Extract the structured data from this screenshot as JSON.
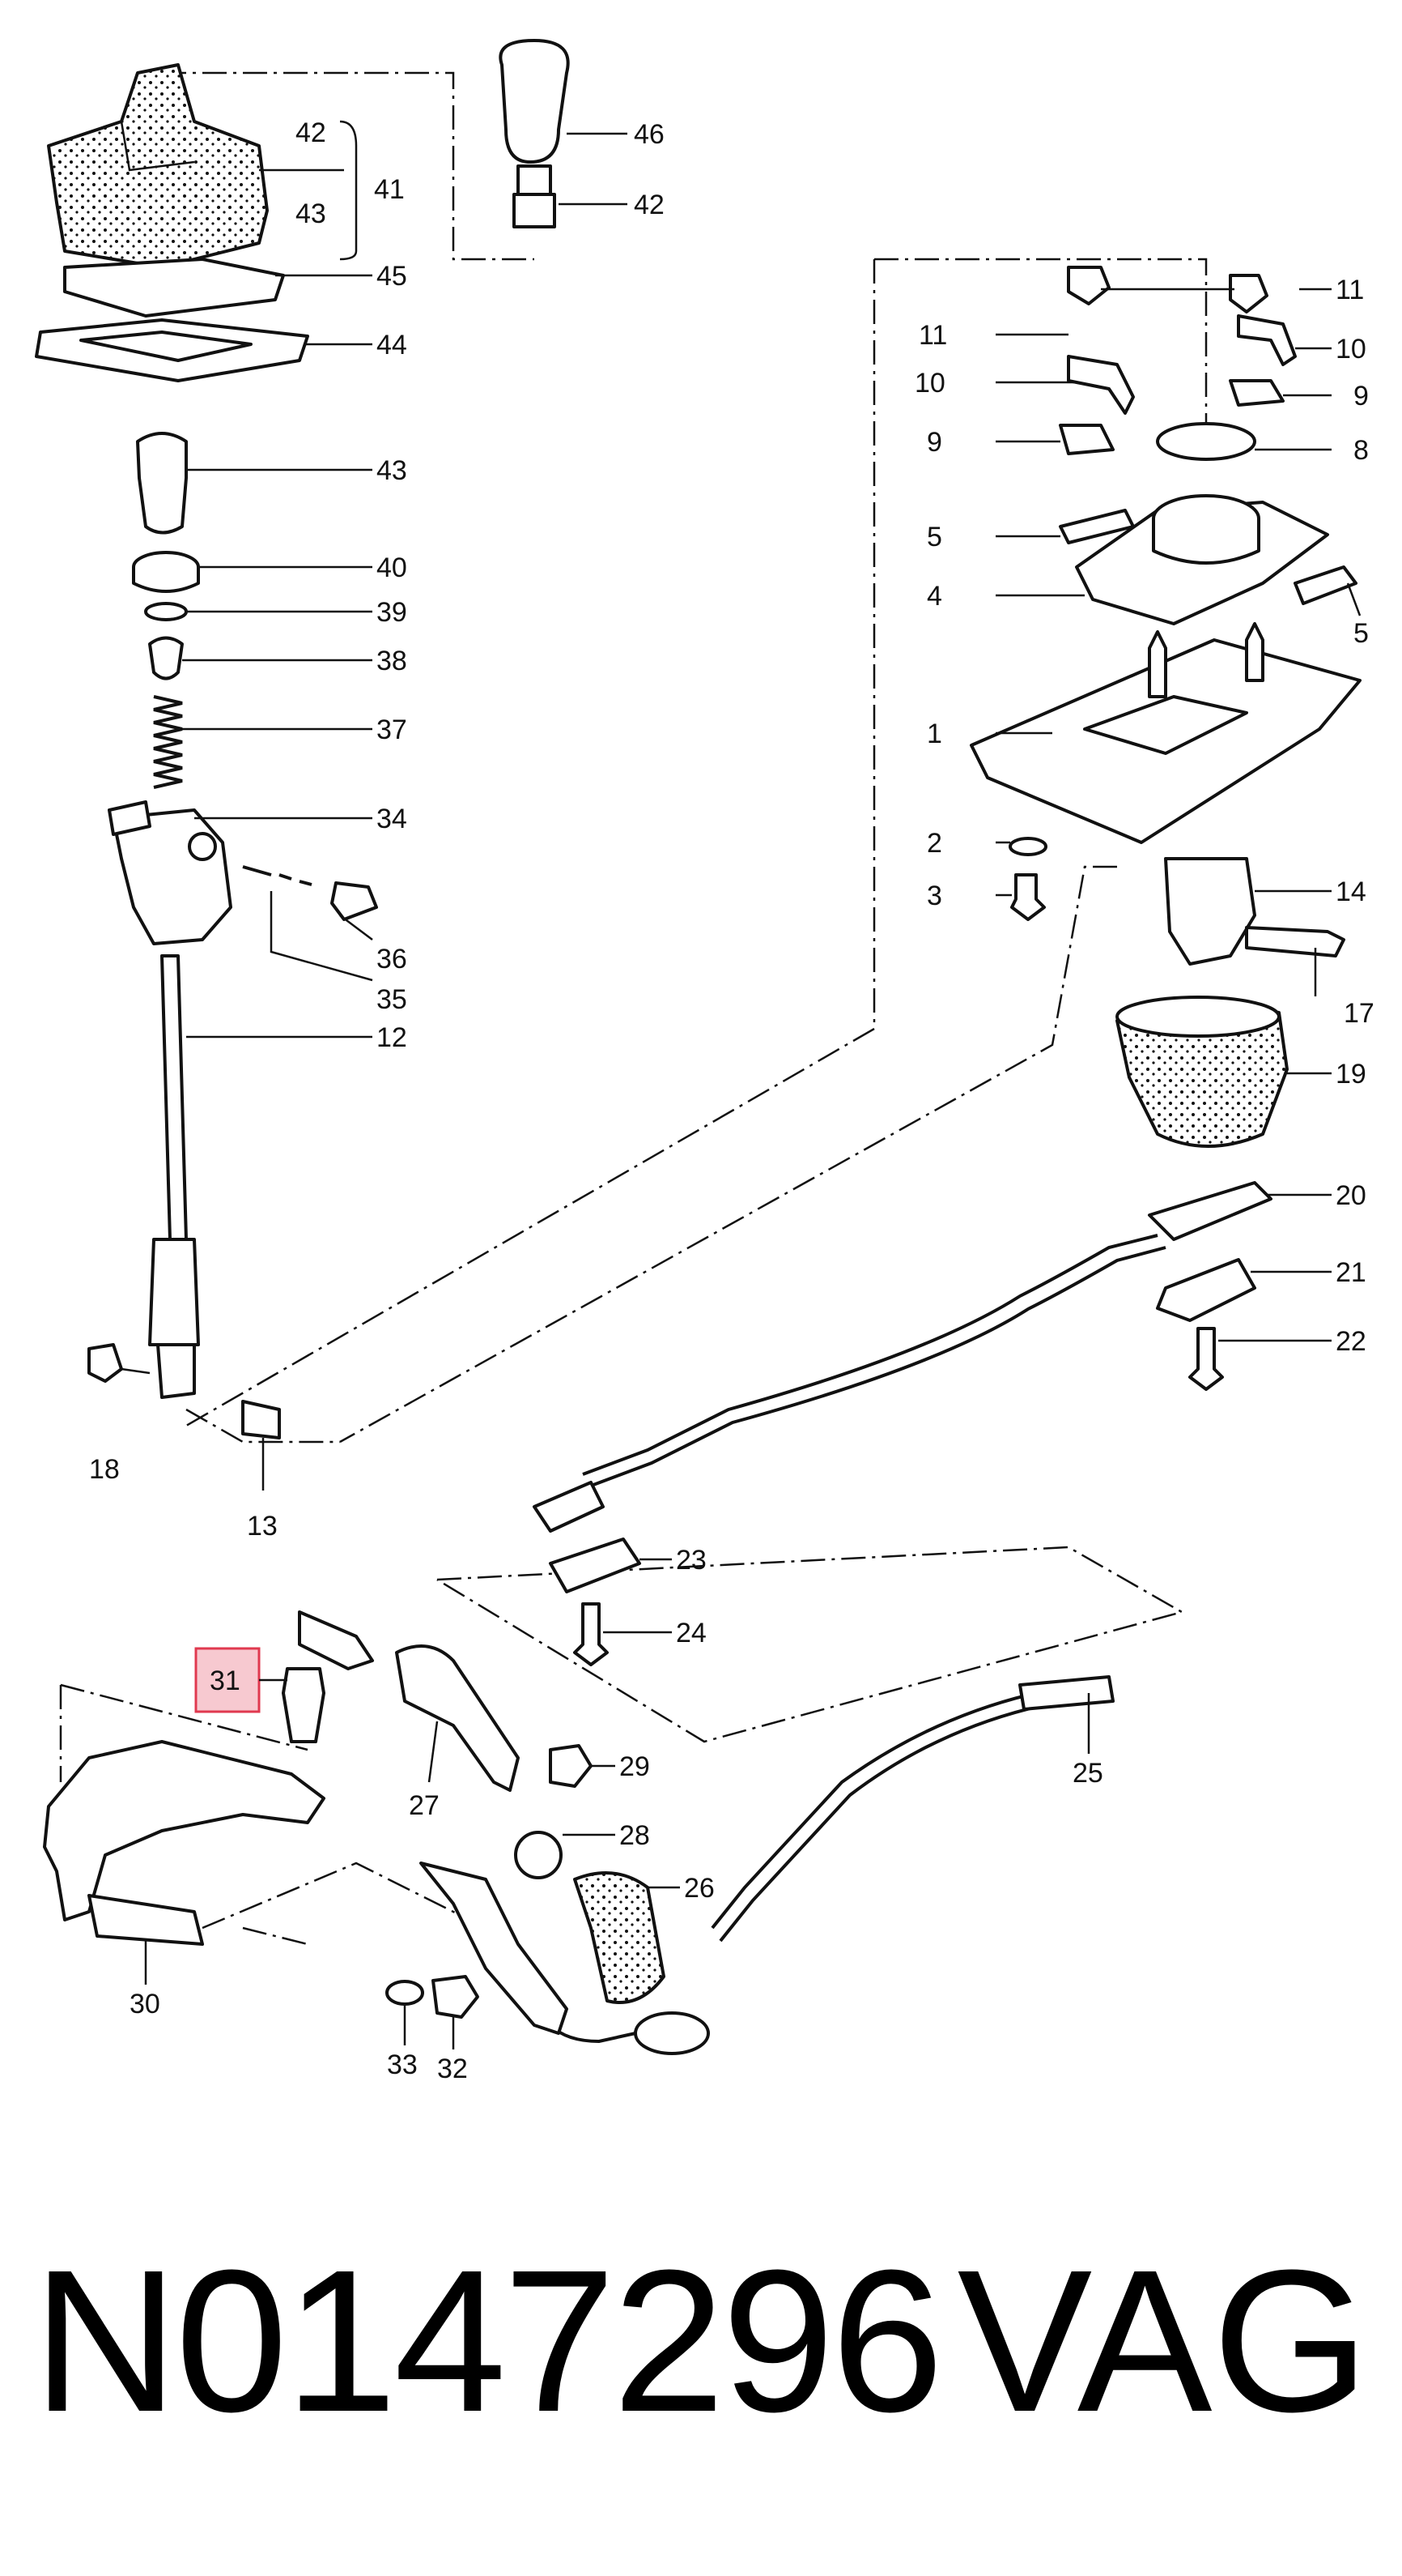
{
  "footer": {
    "part_number": "N0147296",
    "brand": "VAG"
  },
  "highlight": {
    "color": "#f7c9d0",
    "border": "#e0394f",
    "label": "31"
  },
  "callouts": {
    "c46": "46",
    "c42a": "42",
    "c42b": "42",
    "c41": "41",
    "c43a": "43",
    "c43b": "43",
    "c45": "45",
    "c44": "44",
    "c40": "40",
    "c39": "39",
    "c38": "38",
    "c37": "37",
    "c34": "34",
    "c36": "36",
    "c35": "35",
    "c12": "12",
    "c18": "18",
    "c13": "13",
    "c11a": "11",
    "c11b": "11",
    "c10a": "10",
    "c10b": "10",
    "c9a": "9",
    "c9b": "9",
    "c8": "8",
    "c5a": "5",
    "c5b": "5",
    "c4": "4",
    "c1": "1",
    "c2": "2",
    "c3": "3",
    "c14": "14",
    "c17": "17",
    "c19": "19",
    "c20": "20",
    "c21": "21",
    "c22": "22",
    "c23": "23",
    "c24": "24",
    "c25": "25",
    "c27": "27",
    "c29": "29",
    "c28": "28",
    "c26": "26",
    "c30": "30",
    "c33": "33",
    "c32": "32"
  }
}
